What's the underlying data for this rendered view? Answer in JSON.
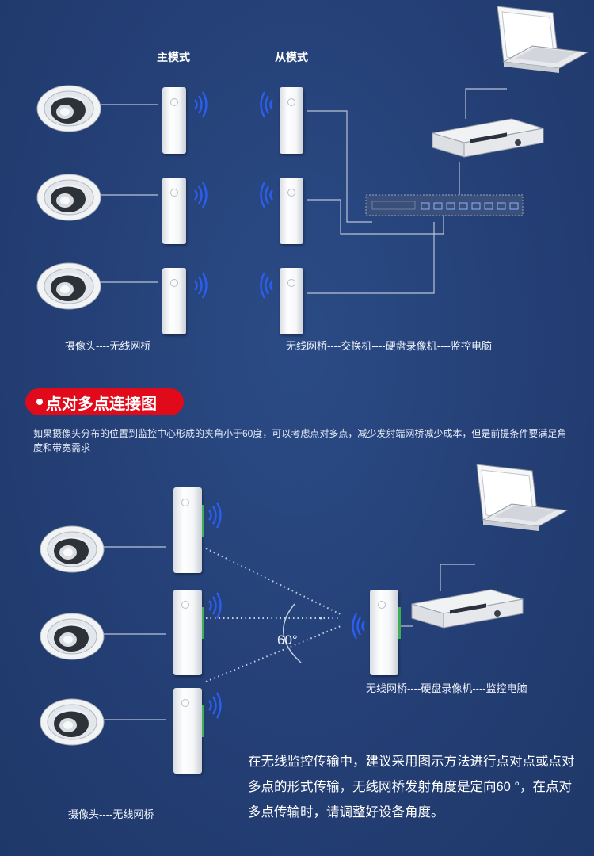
{
  "section1": {
    "master_label": "主模式",
    "slave_label": "从模式",
    "left_caption": "摄像头----无线网桥",
    "right_caption": "无线网桥----交换机----硬盘录像机----监控电脑"
  },
  "section2": {
    "badge_title": "点对多点连接图",
    "description": "如果摄像头分布的位置到监控中心形成的夹角小于60度，可以考虑点对多点，减少发射端网桥减少成本，但是前提条件要满足角度和带宽需求",
    "angle_label": "60°",
    "right_caption": "无线网桥----硬盘录像机----监控电脑",
    "left_caption": "摄像头----无线网桥",
    "note": "在无线监控传输中，建议采用图示方法进行点对点或点对多点的形式传输，无线网桥发射角度是定向60 °，在点对多点传输时，请调整好设备角度。"
  },
  "colors": {
    "background": "#243f75",
    "badge": "#e10a1a",
    "signal": "#2a5ff0",
    "line": "#b9c3d6"
  },
  "icons": [
    "camera-icon",
    "wireless-bridge-icon",
    "signal-wave-icon",
    "nvr-icon",
    "switch-icon",
    "laptop-icon"
  ]
}
